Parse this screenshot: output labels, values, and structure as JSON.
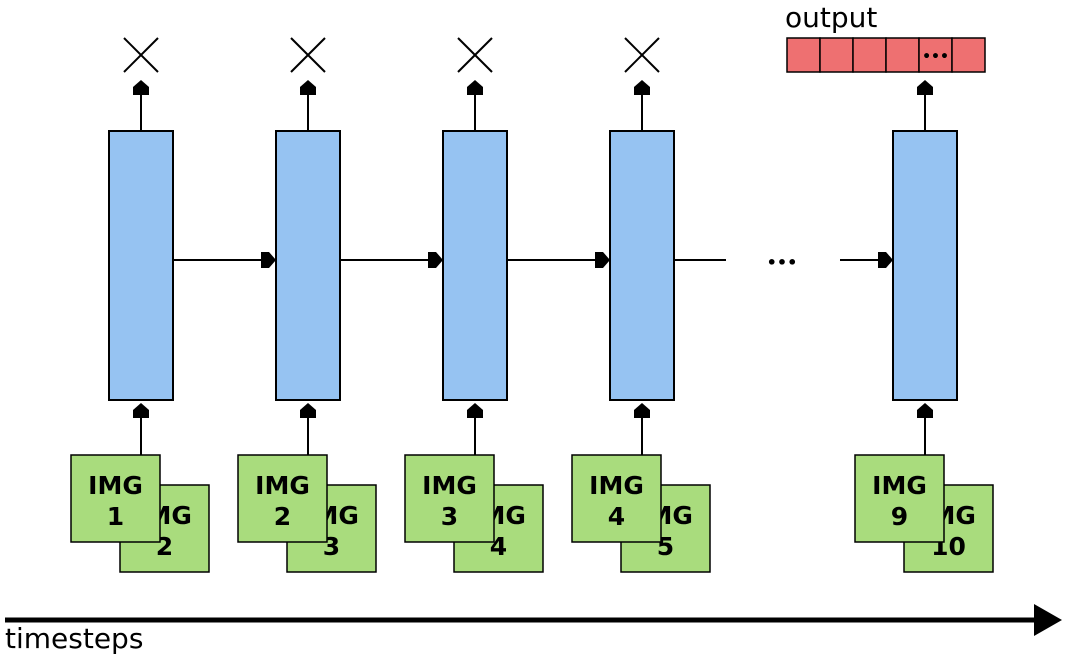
{
  "output_label": "output",
  "output_vector": {
    "cells": [
      "",
      "",
      "",
      "",
      "•••",
      ""
    ],
    "color": "#ee7071"
  },
  "ellipsis": "•••",
  "axis_label": "timesteps",
  "colors": {
    "cell": "#96c3f2",
    "image": "#a9dc7d",
    "line": "#000000"
  },
  "steps": [
    {
      "output": "discarded",
      "inputs": [
        [
          "IMG",
          "1"
        ],
        [
          "IMG",
          "2"
        ]
      ]
    },
    {
      "output": "discarded",
      "inputs": [
        [
          "IMG",
          "2"
        ],
        [
          "IMG",
          "3"
        ]
      ]
    },
    {
      "output": "discarded",
      "inputs": [
        [
          "IMG",
          "3"
        ],
        [
          "IMG",
          "4"
        ]
      ]
    },
    {
      "output": "discarded",
      "inputs": [
        [
          "IMG",
          "4"
        ],
        [
          "IMG",
          "5"
        ]
      ]
    },
    {
      "output": "vector",
      "inputs": [
        [
          "IMG",
          "9"
        ],
        [
          "IMG",
          "10"
        ]
      ]
    }
  ]
}
